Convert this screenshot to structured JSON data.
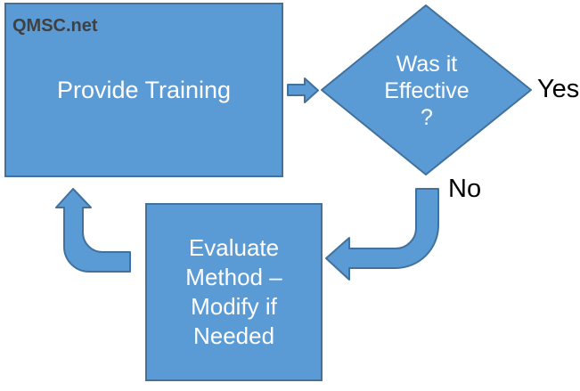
{
  "watermark": "QMSC.net",
  "colors": {
    "shape_fill": "#5B9BD5",
    "shape_border": "#41719C",
    "shape_text": "#FFFFFF",
    "edge_label_text": "#000000",
    "watermark_text": "#404040",
    "background": "#FFFFFF"
  },
  "flowchart": {
    "steps": {
      "provide_training": {
        "label": "Provide Training"
      },
      "decision": {
        "lines": [
          "Was it",
          "Effective",
          "?"
        ]
      },
      "evaluate": {
        "lines": [
          "Evaluate",
          "Method –",
          "Modify if",
          "Needed"
        ]
      }
    },
    "branches": {
      "yes": "Yes",
      "no": "No"
    }
  }
}
